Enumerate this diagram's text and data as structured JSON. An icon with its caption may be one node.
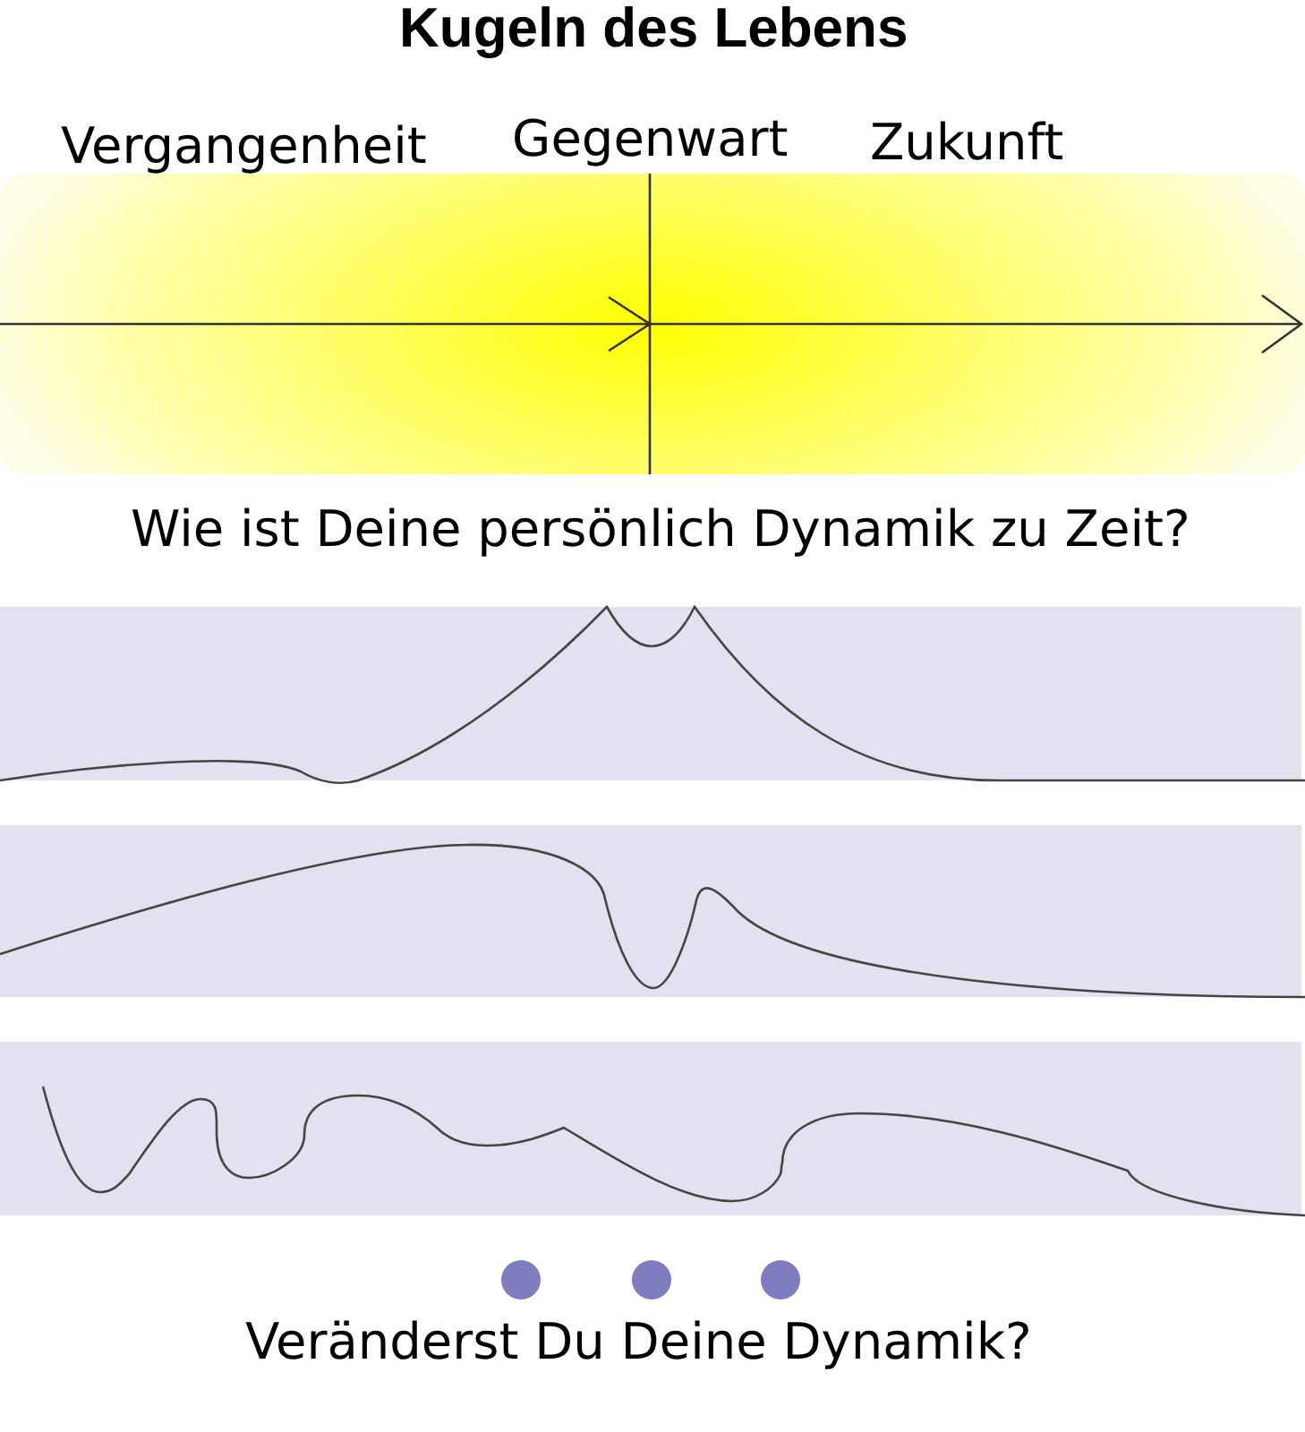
{
  "diagram": {
    "title": "Kugeln des Lebens",
    "labels": [
      "Vergangenheit",
      "Gegenwart",
      "Zukunft",
      "Wie ist Deine persönlich Dynamik zu Zeit?",
      "Veränderst Du Deine Dynamik?"
    ]
  }
}
